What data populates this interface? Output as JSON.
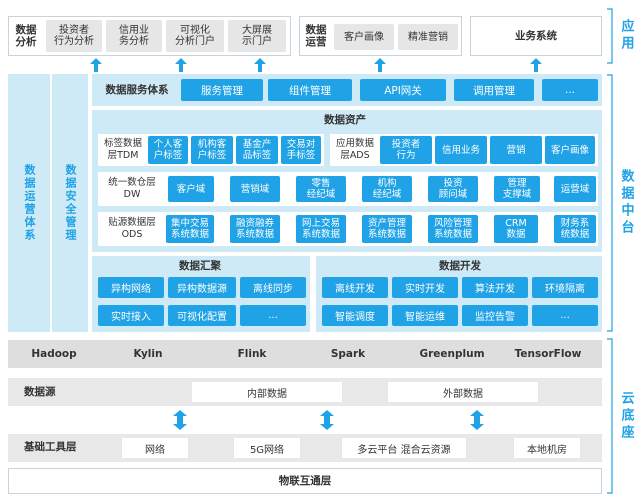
{
  "application": {
    "side_label": "应用",
    "analysis": {
      "title": "数据\n分析",
      "items": [
        "投资者\n行为分析",
        "信用业\n务分析",
        "可视化\n分析门户",
        "大屏展\n示门户"
      ]
    },
    "operation": {
      "title": "数据\n运营",
      "items": [
        "客户画像",
        "精准营销"
      ]
    },
    "business": {
      "title": "业务系统"
    }
  },
  "middle": {
    "side_label": "数据中台",
    "left_col1": "数据运营体系",
    "left_col2": "数据安全管理",
    "service": {
      "title": "数据服务体系",
      "items": [
        "服务管理",
        "组件管理",
        "API网关",
        "调用管理",
        "..."
      ]
    },
    "assets": {
      "title": "数据资产",
      "tdm": {
        "label": "标签数据\n层TDM",
        "items": [
          "个人客\n户标签",
          "机构客\n户标签",
          "基金产\n品标签",
          "交易对\n手标签"
        ]
      },
      "ads": {
        "label": "应用数据\n层ADS",
        "items": [
          "投资者\n行为",
          "信用业务",
          "营销",
          "客户画像"
        ]
      },
      "dw": {
        "label": "统一数仓层\nDW",
        "items": [
          "客户域",
          "营销域",
          "零售\n经纪域",
          "机构\n经纪域",
          "投资\n顾问域",
          "管理\n支撑域",
          "运营域"
        ]
      },
      "ods": {
        "label": "贴源数据层\nODS",
        "items": [
          "集中交易\n系统数据",
          "融资融券\n系统数据",
          "网上交易\n系统数据",
          "资产管理\n系统数据",
          "风险管理\n系统数据",
          "CRM\n数据",
          "财务系\n统数据"
        ]
      }
    },
    "aggregation": {
      "title": "数据汇聚",
      "items": [
        "异构网络",
        "异构数据源",
        "离线同步",
        "实时接入",
        "可视化配置",
        "..."
      ]
    },
    "development": {
      "title": "数据开发",
      "items": [
        "离线开发",
        "实时开发",
        "算法开发",
        "环境隔离",
        "智能调度",
        "智能运维",
        "监控告警",
        "..."
      ]
    }
  },
  "base": {
    "side_label": "云底座",
    "tech": [
      "Hadoop",
      "Kylin",
      "Flink",
      "Spark",
      "Greenplum",
      "TensorFlow"
    ],
    "source": {
      "title": "数据源",
      "items": [
        "内部数据",
        "外部数据"
      ]
    },
    "tools": {
      "title": "基础工具层",
      "items": [
        "网络",
        "5G网络",
        "多云平台 混合云资源",
        "本地机房"
      ]
    },
    "iot": "物联互通层"
  }
}
